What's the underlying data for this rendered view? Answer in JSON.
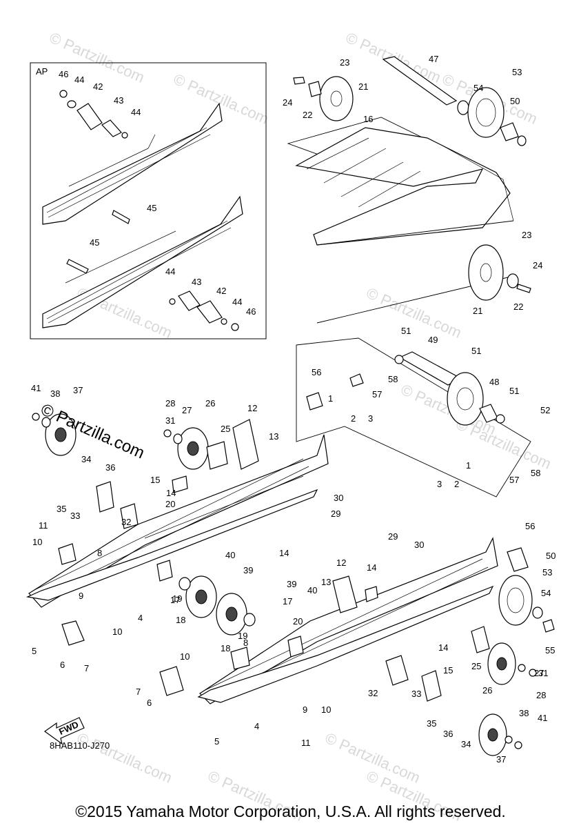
{
  "inset_label": "AP",
  "diagram_code": "8HAB110-J270",
  "footer": "©2015 Yamaha Motor Corporation, U.S.A. All rights reserved.",
  "watermark": "© Partzilla.com",
  "brand_mark": "© Partzilla.com",
  "fwd_label": "FWD",
  "callouts": [
    "1",
    "1",
    "2",
    "2",
    "3",
    "3",
    "4",
    "4",
    "5",
    "5",
    "6",
    "6",
    "7",
    "7",
    "8",
    "8",
    "9",
    "9",
    "10",
    "10",
    "10",
    "10",
    "11",
    "11",
    "12",
    "12",
    "13",
    "13",
    "14",
    "14",
    "14",
    "14",
    "15",
    "15",
    "16",
    "17",
    "17",
    "18",
    "18",
    "19",
    "19",
    "20",
    "20",
    "21",
    "21",
    "22",
    "22",
    "23",
    "23",
    "24",
    "24",
    "25",
    "25",
    "26",
    "26",
    "27",
    "27",
    "28",
    "28",
    "29",
    "29",
    "30",
    "30",
    "31",
    "31",
    "32",
    "32",
    "33",
    "33",
    "34",
    "34",
    "35",
    "35",
    "36",
    "36",
    "37",
    "37",
    "38",
    "38",
    "39",
    "39",
    "40",
    "40",
    "41",
    "41",
    "42",
    "42",
    "43",
    "43",
    "44",
    "44",
    "44",
    "44",
    "45",
    "45",
    "46",
    "46",
    "47",
    "48",
    "49",
    "50",
    "50",
    "51",
    "51",
    "51",
    "52",
    "53",
    "53",
    "54",
    "54",
    "55",
    "56",
    "56",
    "57",
    "57",
    "58",
    "58"
  ]
}
